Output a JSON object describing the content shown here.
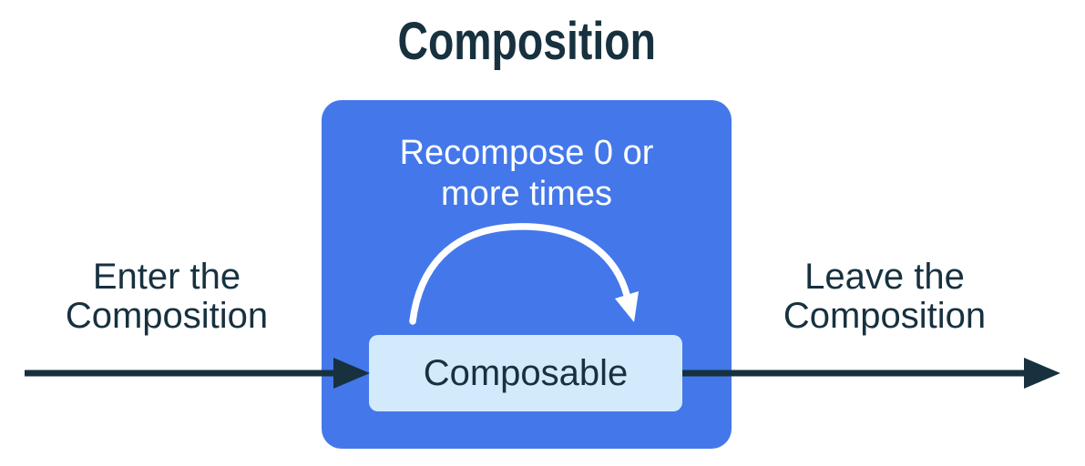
{
  "title": "Composition",
  "labels": {
    "enter": "Enter the\nComposition",
    "leave": "Leave the\nComposition",
    "recompose": "Recompose 0 or\nmore times",
    "composable": "Composable"
  },
  "colors": {
    "background": "#FFFFFF",
    "container_blue": "#4478EA",
    "composable_fill": "#D3EAFC",
    "ink_dark": "#17313F",
    "arc_stroke": "#FFFFFF"
  },
  "icons": {
    "enter_arrow": "right-arrow",
    "leave_arrow": "right-arrow",
    "recompose_arc": "curved-arrow-down"
  }
}
